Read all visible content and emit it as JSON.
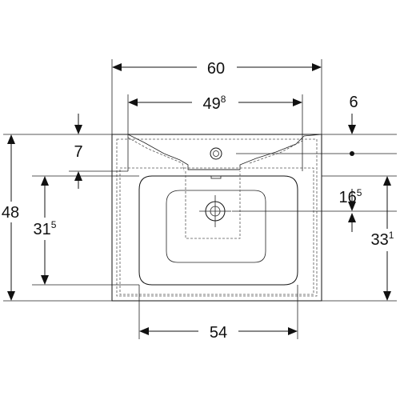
{
  "dimensions": {
    "overall_width": {
      "main": "60",
      "sup": ""
    },
    "inner_width": {
      "main": "49",
      "sup": "8"
    },
    "bowl_width": {
      "main": "54",
      "sup": ""
    },
    "tap_offset": {
      "main": "6",
      "sup": ""
    },
    "rim_depth": {
      "main": "7",
      "sup": ""
    },
    "overall_depth": {
      "main": "48",
      "sup": ""
    },
    "bowl_depth": {
      "main": "31",
      "sup": "5"
    },
    "drain_offset": {
      "main": "16",
      "sup": "5"
    },
    "front_depth": {
      "main": "33",
      "sup": "1"
    }
  }
}
